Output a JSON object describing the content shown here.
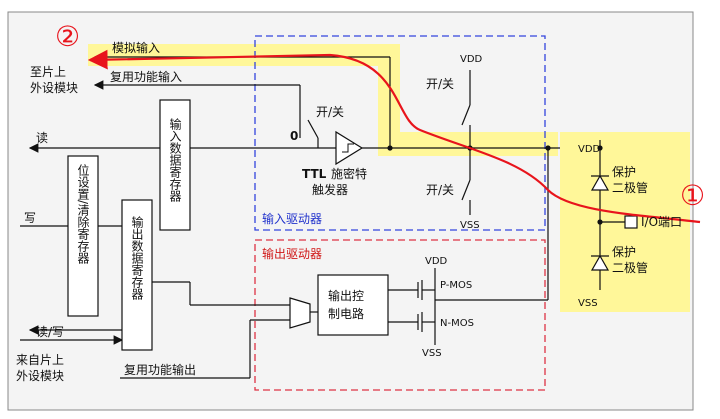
{
  "labels": {
    "circle_2": "②",
    "circle_1": "①",
    "analog_input": "模拟输入",
    "to_onchip_line1": "至片上",
    "to_onchip_line2": "外设模块",
    "alt_func_input": "复用功能输入",
    "read": "读",
    "zero": "0",
    "switch_top": "开/关",
    "switch_mid": "开/关",
    "switch_low": "开/关",
    "vdd_top": "VDD",
    "vss_top": "VSS",
    "vdd_right": "VDD",
    "vss_right": "VSS",
    "vdd_mos": "VDD",
    "vss_mos": "VSS",
    "ttl_line1_prefix": "TTL",
    "ttl_line1_rest": "施密特",
    "ttl_line2": "触发器",
    "input_driver": "输入驱动器",
    "output_driver": "输出驱动器",
    "input_data_reg": "输入数据寄存器",
    "bit_set_clear_reg": "位设置/清除寄存器",
    "output_data_reg": "输出数据寄存器",
    "write": "写",
    "read_write": "读/写",
    "from_onchip_line1": "来自片上",
    "from_onchip_line2": "外设模块",
    "alt_func_output": "复用功能输出",
    "output_ctrl_line1": "输出控",
    "output_ctrl_line2": "制电路",
    "pmos": "P-MOS",
    "nmos": "N-MOS",
    "protect_top_line1": "保护",
    "protect_top_line2": "二极管",
    "protect_bot_line1": "保护",
    "protect_bot_line2": "二极管",
    "io_pin": "I/O端口"
  },
  "colors": {
    "highlight": "#fff799",
    "red_path": "#e8141c",
    "input_box": "#3344dd",
    "output_box": "#dd3344",
    "wire": "#111111",
    "panel_bg": "#f4f4f4"
  }
}
